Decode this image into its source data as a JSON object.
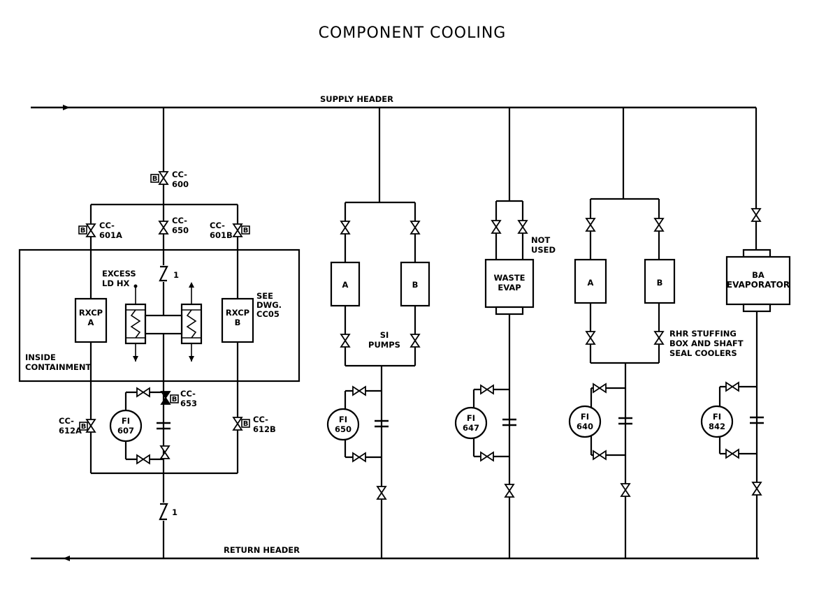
{
  "title": "COMPONENT COOLING",
  "headers": {
    "supply": "SUPPLY HEADER",
    "return": "RETURN HEADER"
  },
  "containment": {
    "label_line1": "INSIDE",
    "label_line2": "CONTAINMENT"
  },
  "valves": {
    "cc600": [
      "CC-",
      "600"
    ],
    "cc601a": [
      "CC-",
      "601A"
    ],
    "cc650": [
      "CC-",
      "650"
    ],
    "cc601b": [
      "CC-",
      "601B"
    ],
    "cc653": [
      "CC-",
      "653"
    ],
    "cc612a": [
      "CC-",
      "612A"
    ],
    "cc612b": [
      "CC-",
      "612B"
    ]
  },
  "equipment": {
    "rxcp_a": [
      "RXCP",
      "A"
    ],
    "rxcp_b": [
      "RXCP",
      "B"
    ],
    "excess_ld_hx": [
      "EXCESS",
      "LD HX"
    ],
    "see_dwg": [
      "SEE",
      "DWG.",
      "CC05"
    ],
    "si_a": "A",
    "si_b": "B",
    "si_pumps": [
      "SI",
      "PUMPS"
    ],
    "waste_evap": [
      "WASTE",
      "EVAP"
    ],
    "not_used": [
      "NOT",
      "USED"
    ],
    "rhr_a": "A",
    "rhr_b": "B",
    "rhr_note": [
      "RHR STUFFING",
      "BOX AND SHAFT",
      "SEAL COOLERS"
    ],
    "ba_evap": [
      "BA",
      "EVAPORATOR"
    ]
  },
  "flow_indicators": {
    "fi607": [
      "FI",
      "607"
    ],
    "fi650": [
      "FI",
      "650"
    ],
    "fi647": [
      "FI",
      "647"
    ],
    "fi640": [
      "FI",
      "640"
    ],
    "fi842": [
      "FI",
      "842"
    ]
  },
  "check_valve_mark": "1",
  "valve_tag": "B"
}
